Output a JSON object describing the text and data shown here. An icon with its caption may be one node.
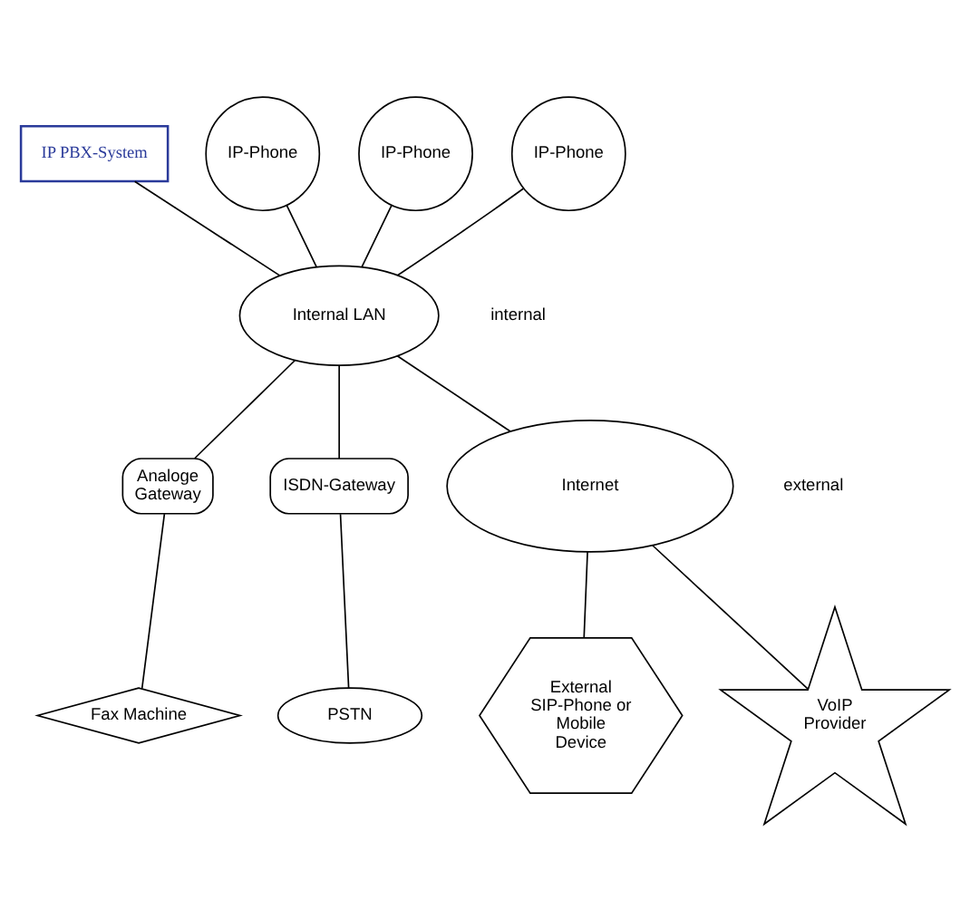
{
  "diagram": {
    "nodes": [
      {
        "text": [
          "IP PBX-System"
        ]
      },
      {
        "text": [
          "IP-Phone"
        ]
      },
      {
        "text": [
          "IP-Phone"
        ]
      },
      {
        "text": [
          "IP-Phone"
        ]
      },
      {
        "text": [
          "Internal LAN"
        ]
      },
      {
        "text": [
          "Analoge Gateway"
        ]
      },
      {
        "text": [
          "Fax Machine"
        ]
      },
      {
        "text": [
          "ISDN-Gateway"
        ]
      },
      {
        "text": [
          "PSTN"
        ]
      },
      {
        "text": [
          "Internet"
        ]
      },
      {
        "text": [
          "External SIP-Phone or Mobile Device"
        ]
      },
      {
        "text": [
          "VoIP Provider"
        ]
      }
    ],
    "edges": [
      {
        "from": 0,
        "to": 4,
        "arrow": "none"
      },
      {
        "from": 1,
        "to": 4,
        "arrow": "none"
      },
      {
        "from": 2,
        "to": 4,
        "arrow": "none"
      },
      {
        "from": 3,
        "to": 4,
        "arrow": "none"
      },
      {
        "from": 4,
        "to": 5,
        "arrow": "none"
      },
      {
        "from": 5,
        "to": 6,
        "arrow": "none"
      },
      {
        "from": 4,
        "to": 7,
        "arrow": "none"
      },
      {
        "from": 7,
        "to": 8,
        "arrow": "none"
      },
      {
        "from": 4,
        "to": 9,
        "arrow": "none"
      },
      {
        "from": 9,
        "to": 10,
        "arrow": "none"
      },
      {
        "from": 9,
        "to": 11,
        "arrow": "none"
      }
    ],
    "labels": [
      "internal",
      "external"
    ]
  }
}
